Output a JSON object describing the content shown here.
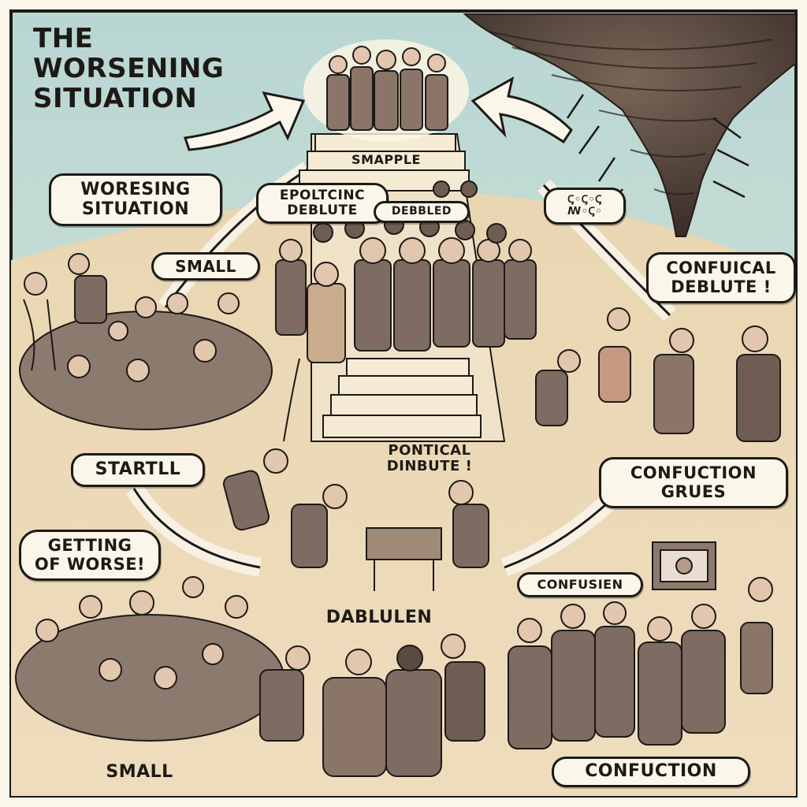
{
  "comic": {
    "title": "THE\nWORSENING\nSITUATION",
    "labels": {
      "top_platform": "SMAPPLE",
      "top_left_bubble": "WORESING\nSITUATION",
      "small_bubble": "SMALL",
      "epolitic_bubble": "EPOLTCINC\nDEBLUTE",
      "debled_bubble": "DEBBLED",
      "scribble_bubble": "ꞔ◦ꞔ◦ꞔ ꟿ◦ꞔ◦",
      "confucial_bubble": "CONFUICAL\nDEBLUTE !",
      "startll_bubble": "STARTLL",
      "getting_worse_bubble": "GETTING\nOF WORSE!",
      "political_debate": "PONTICAL\nDINBUTE !",
      "confuction_bubble": "CONFUCTION\nGRUES",
      "confusien_bubble": "CONFUSIEN",
      "dablulen": "DABLULEN",
      "bottom_small": "SMALL",
      "bottom_confusion": "CONFUCTION"
    }
  }
}
